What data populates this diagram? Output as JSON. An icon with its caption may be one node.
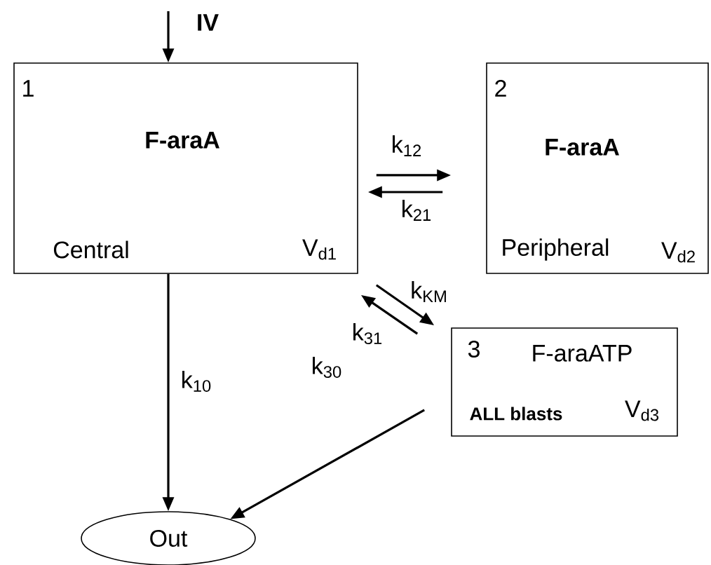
{
  "diagram": {
    "nodes": [
      {
        "text": [
          "1",
          "F-araA",
          "Central",
          "V$_{d1}$"
        ]
      },
      {
        "text": [
          "2",
          "F-araA",
          "Peripheral",
          "V$_{d2}$"
        ]
      },
      {
        "text": [
          "3",
          "F-araATP",
          "ALL blasts",
          "V$_{d3}$"
        ]
      },
      {
        "text": [
          "Out"
        ]
      }
    ],
    "edges": [
      {
        "from": null,
        "to": 0,
        "arrow": "to",
        "label": "IV"
      },
      {
        "from": 0,
        "to": 1,
        "arrow": "to",
        "label": "k$_{12}$"
      },
      {
        "from": 1,
        "to": 0,
        "arrow": "to",
        "label": "k$_{21}$"
      },
      {
        "from": 0,
        "to": 2,
        "arrow": "to",
        "label": "k$_{KM}$"
      },
      {
        "from": 2,
        "to": 0,
        "arrow": "to",
        "label": "k$_{31}$"
      },
      {
        "from": 0,
        "to": 3,
        "arrow": "to",
        "label": "k$_{10}$"
      },
      {
        "from": 2,
        "to": 3,
        "arrow": "to",
        "label": "k$_{30}$"
      }
    ]
  }
}
